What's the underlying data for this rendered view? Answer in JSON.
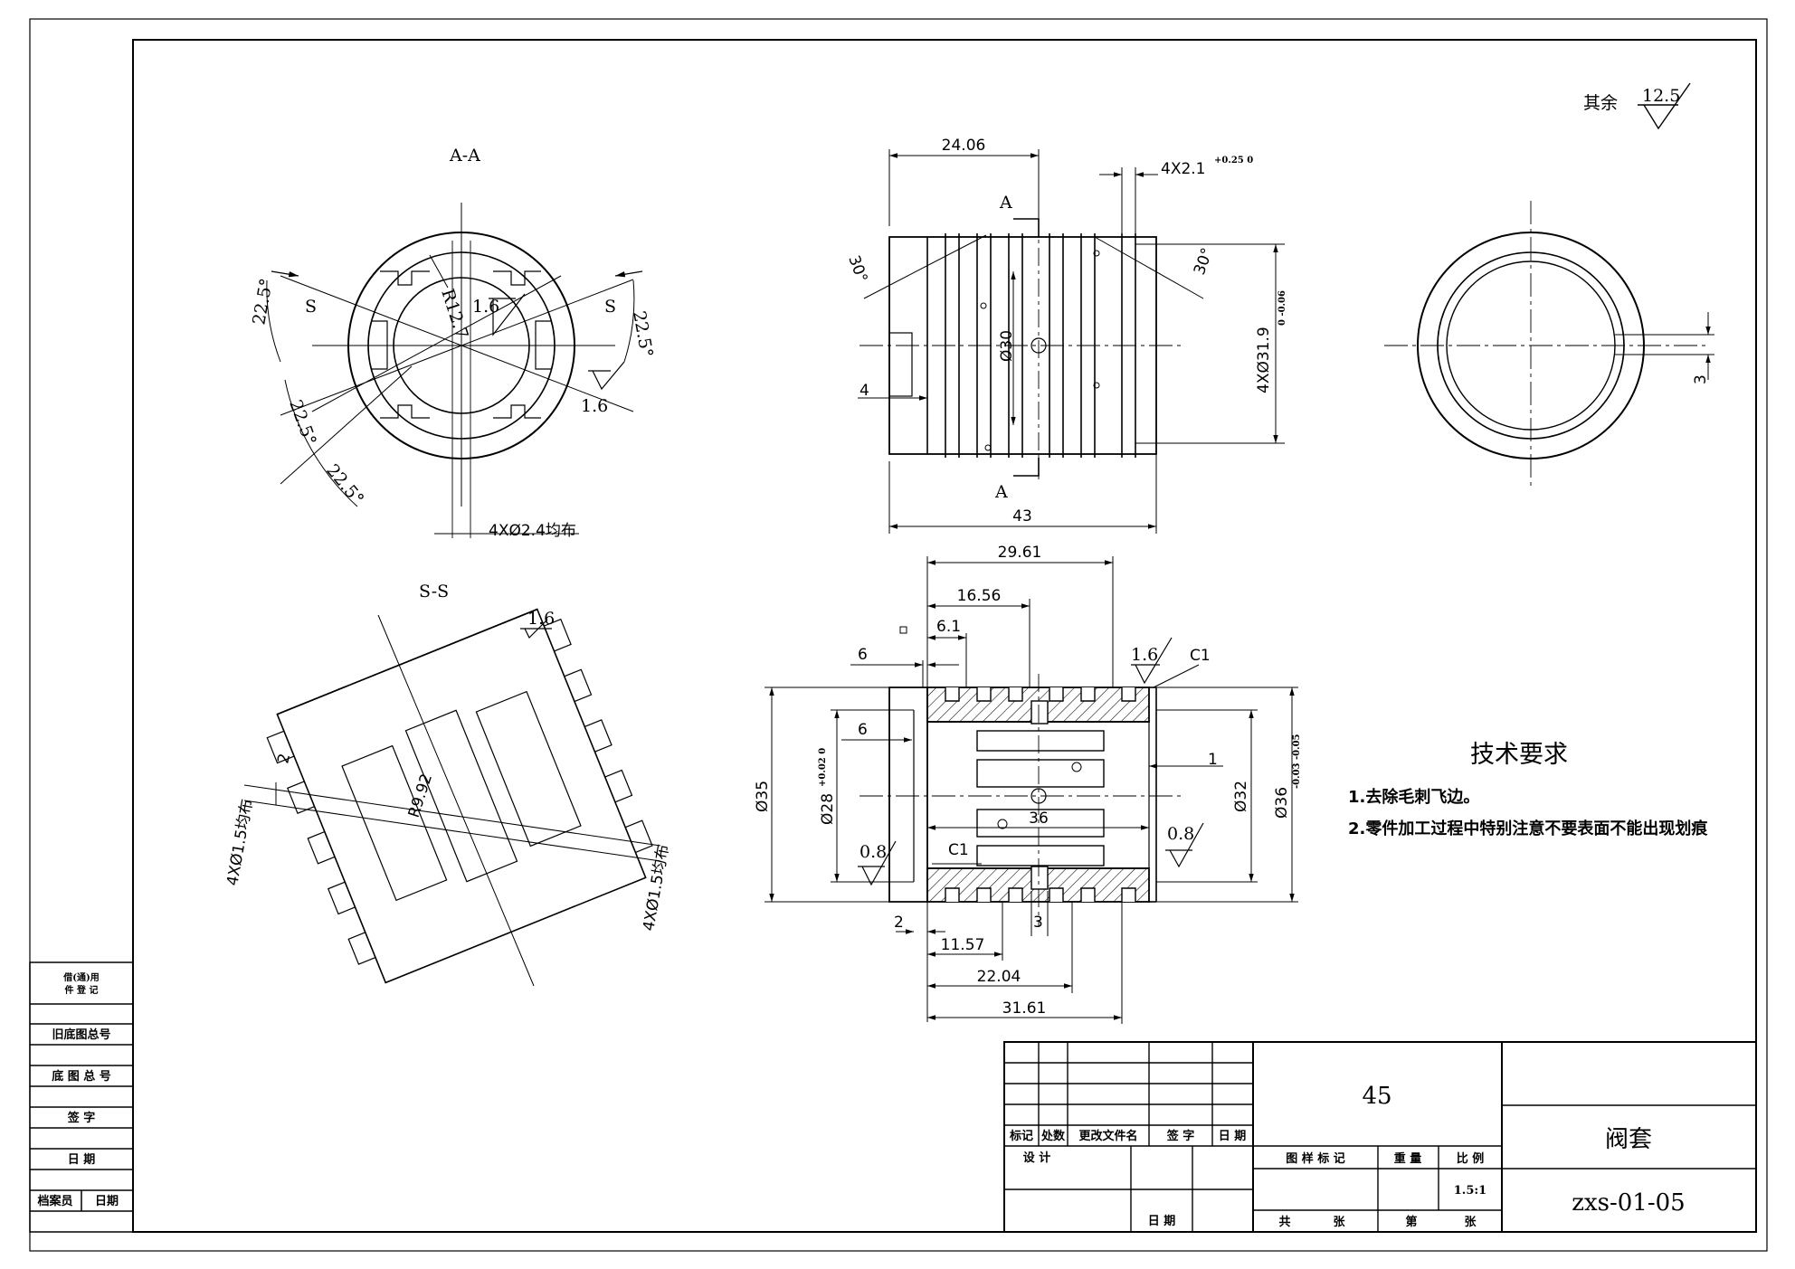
{
  "surface_finish": {
    "label": "其余",
    "value": "12.5"
  },
  "views": {
    "section_aa": {
      "title": "A-A",
      "r_label": "R12.7",
      "roughness": "1.6",
      "roughness2": "1.6",
      "angle": "22.5°",
      "cut": "S",
      "holes": "4XØ2.4均布"
    },
    "section_ss": {
      "title": "S-S",
      "roughness": "1.6",
      "dim2": "2",
      "r_label": "R9.92",
      "holes": "4XØ1.5均布"
    },
    "front": {
      "dim_top": "24.06",
      "slot": "4X2.1",
      "slot_tol": "+0.25 0",
      "angle": "30°",
      "dia30": "Ø30",
      "dia319": "4XØ31.9",
      "dia319_tol": "0 -0.06",
      "dim4": "4",
      "dim43": "43",
      "cut": "A"
    },
    "side": {
      "dim3": "3"
    },
    "section_main": {
      "d2961": "29.61",
      "d1656": "16.56",
      "d61": "6.1",
      "d6a": "6",
      "d6b": "6",
      "rough16": "1.6",
      "c1": "C1",
      "c1b": "C1",
      "d1": "1",
      "d35": "Ø35",
      "d28": "Ø28",
      "d28_tol": "+0.02 0",
      "d32": "Ø32",
      "d36": "Ø36",
      "d36_tol": "-0.03 -0.05",
      "d36s": "36",
      "rough08a": "0.8",
      "rough08b": "0.8",
      "d2": "2",
      "d3": "3",
      "d1157": "11.57",
      "d2204": "22.04",
      "d3161": "31.61"
    }
  },
  "tech_req": {
    "title": "技术要求",
    "items": [
      "1.去除毛刺飞边。",
      "2.零件加工过程中特别注意不要表面不能出现划痕"
    ]
  },
  "title_block": {
    "material": "45",
    "part_name": "阀套",
    "drawing_no": "zxs-01-05",
    "scale": "1.5:1",
    "headers": [
      "标记",
      "处数",
      "更改文件名",
      "签 字",
      "日 期"
    ],
    "design": "设 计",
    "date": "日 期",
    "mark_row": [
      "图 样 标 记",
      "重 量",
      "比 例"
    ],
    "sheet_row": [
      "共",
      "张",
      "第",
      "张"
    ]
  },
  "left_block": [
    "借(通)用",
    "件 登 记",
    "旧底图总号",
    "底 图 总 号",
    "签 字",
    "日 期",
    "档案员",
    "日期"
  ]
}
